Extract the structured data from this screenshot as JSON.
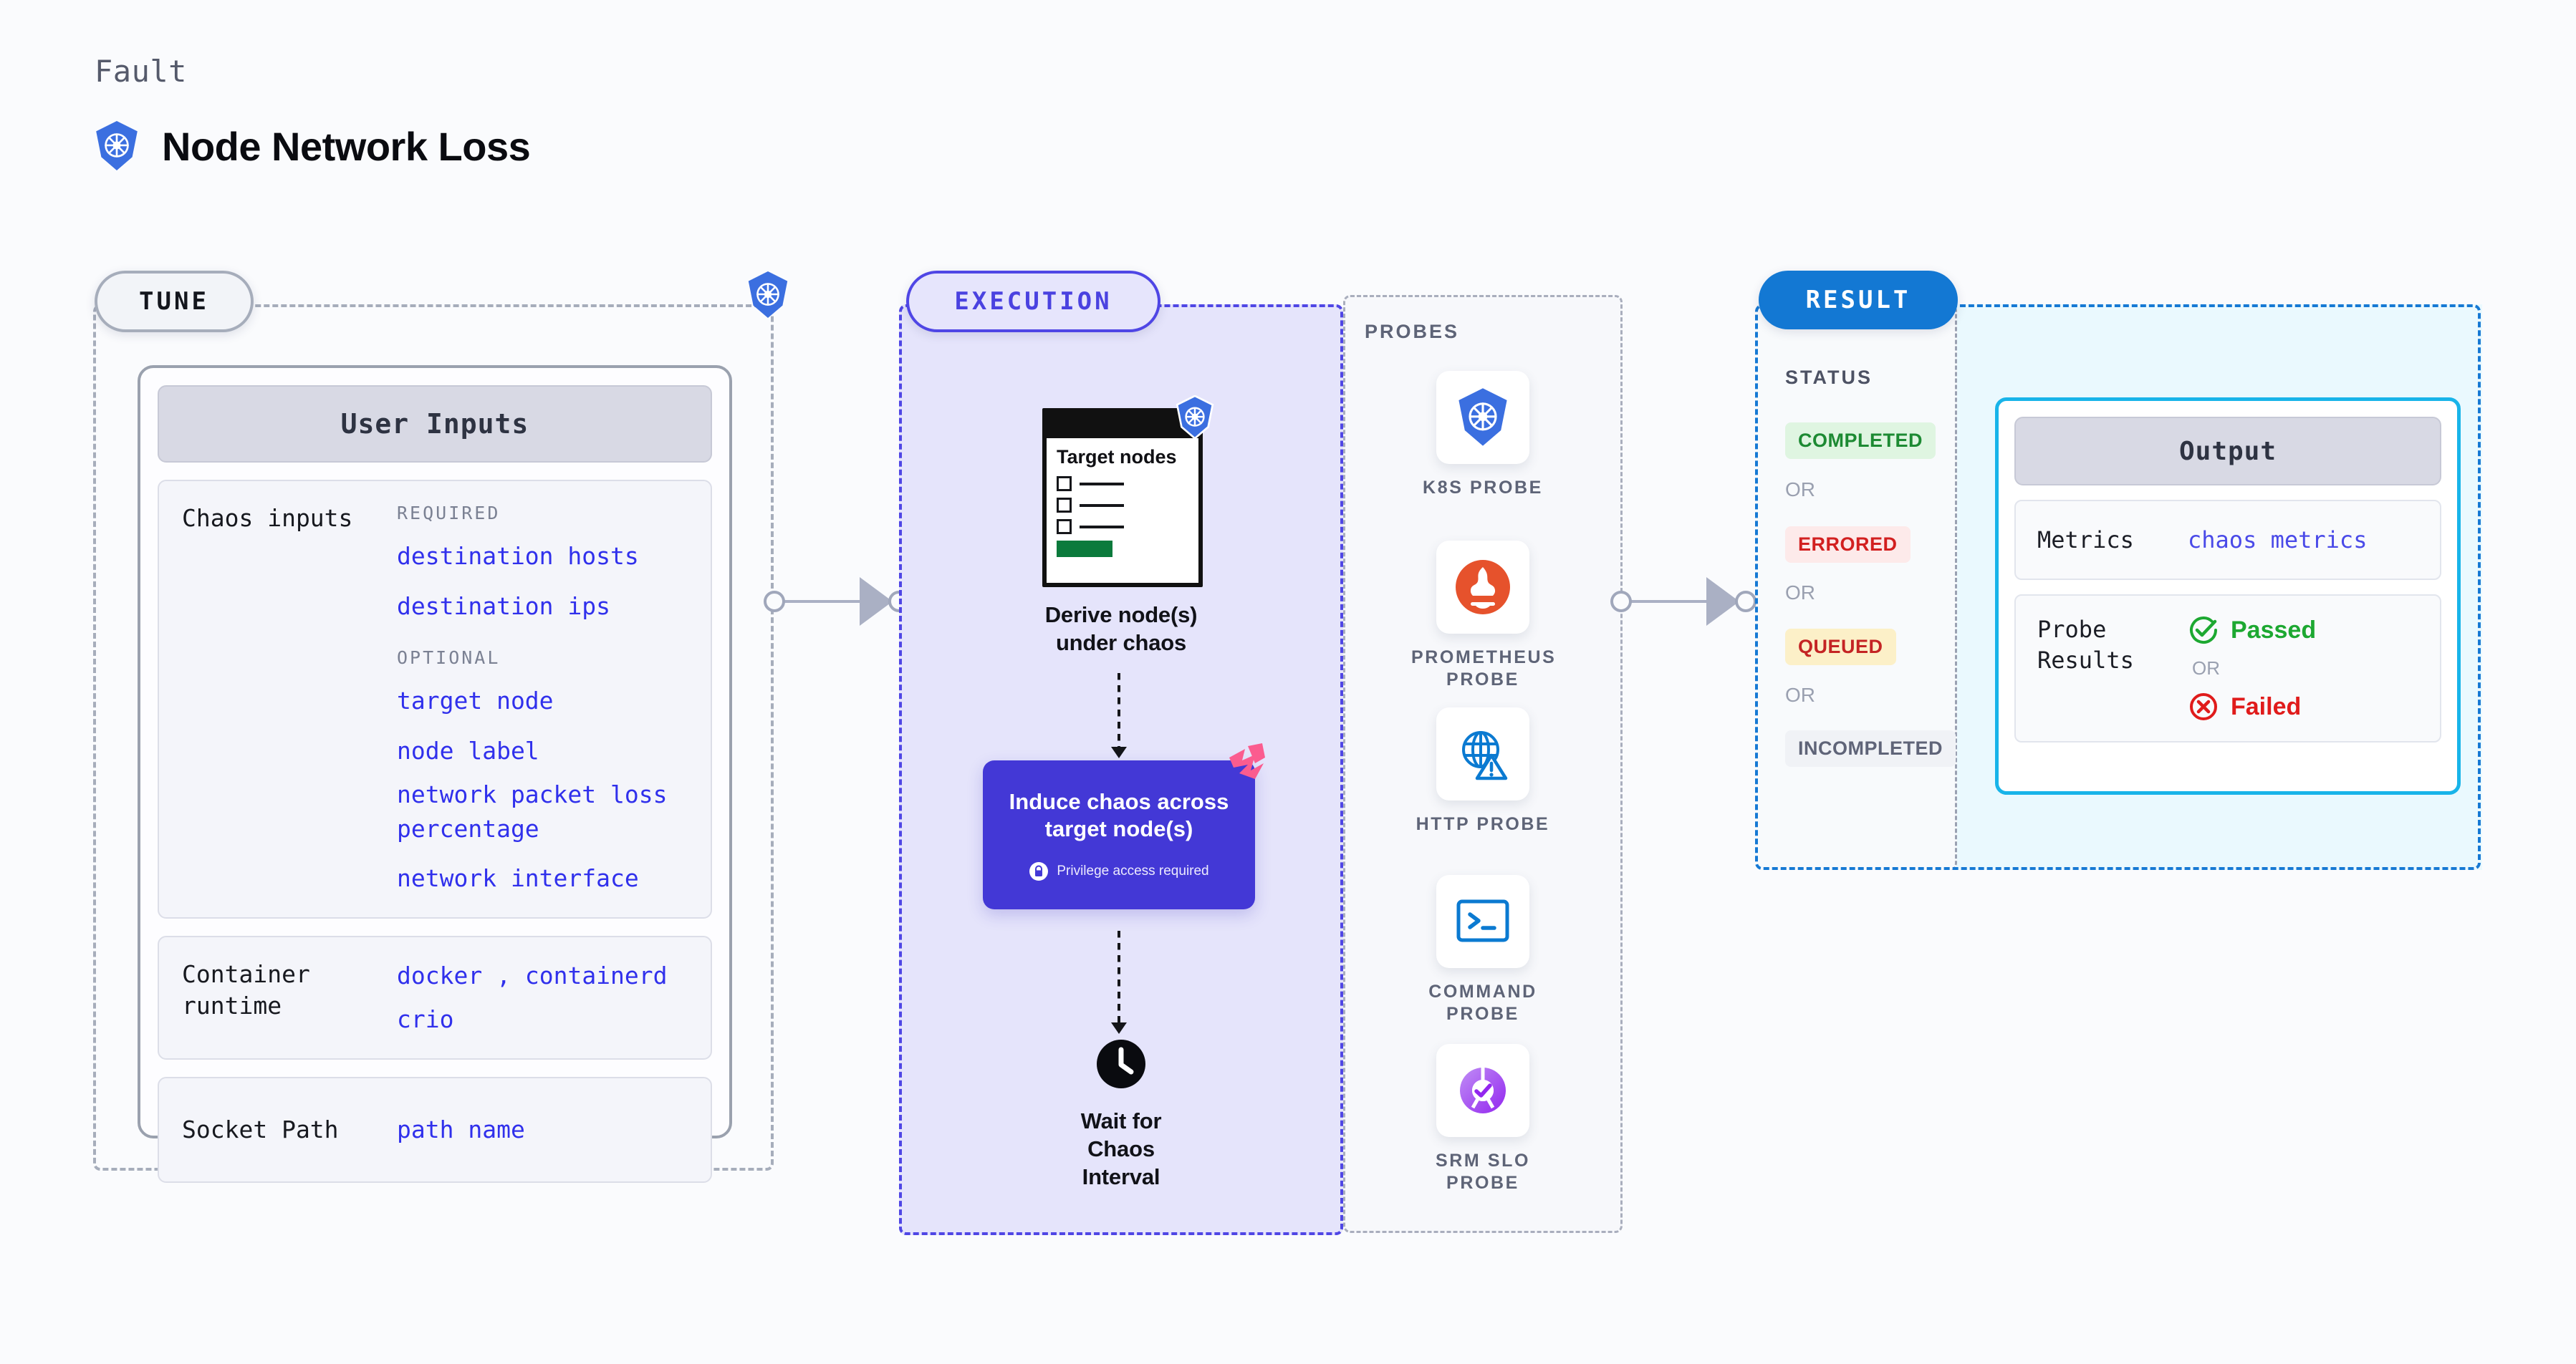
{
  "header": {
    "eyebrow": "Fault",
    "title": "Node Network Loss",
    "icon": "kubernetes-logo"
  },
  "tune": {
    "badge": "TUNE",
    "card_title": "User Inputs",
    "rows": [
      {
        "label": "Chaos inputs",
        "groups": [
          {
            "tag": "REQUIRED",
            "values": [
              "destination hosts",
              "destination ips"
            ]
          },
          {
            "tag": "OPTIONAL",
            "values": [
              "target node",
              "node label",
              "network packet loss percentage",
              "network interface"
            ]
          }
        ]
      },
      {
        "label": "Container runtime",
        "values": [
          "docker",
          ",",
          "containerd",
          "crio"
        ]
      },
      {
        "label": "Socket Path",
        "values": [
          "path name"
        ]
      }
    ]
  },
  "execution": {
    "badge": "EXECUTION",
    "nodes": [
      {
        "name": "derive-nodes",
        "card_title": "Target nodes",
        "caption": "Derive node(s) under chaos"
      },
      {
        "name": "induce-chaos",
        "title": "Induce chaos across target node(s)",
        "privilege": "Privilege access required"
      },
      {
        "name": "wait-interval",
        "caption": "Wait for Chaos Interval"
      }
    ]
  },
  "probes": {
    "title": "PROBES",
    "items": [
      {
        "label": "K8S PROBE",
        "icon": "kubernetes-icon"
      },
      {
        "label": "PROMETHEUS PROBE",
        "icon": "prometheus-icon"
      },
      {
        "label": "HTTP PROBE",
        "icon": "globe-warning-icon"
      },
      {
        "label": "COMMAND PROBE",
        "icon": "terminal-icon"
      },
      {
        "label": "SRM SLO PROBE",
        "icon": "slo-donut-icon"
      }
    ]
  },
  "result": {
    "badge": "RESULT",
    "status_title": "STATUS",
    "or": "OR",
    "statuses": [
      {
        "label": "COMPLETED",
        "bg": "#dff5e1",
        "fg": "#1d8a33"
      },
      {
        "label": "ERRORED",
        "bg": "#fdeaea",
        "fg": "#d22020"
      },
      {
        "label": "QUEUED",
        "bg": "#fcf0c8",
        "fg": "#c42424"
      },
      {
        "label": "INCOMPLETED",
        "bg": "#f0f2f6",
        "fg": "#5f6478"
      }
    ],
    "output": {
      "title": "Output",
      "metrics_label": "Metrics",
      "metrics_value": "chaos metrics",
      "probe_label": "Probe Results",
      "passed": "Passed",
      "failed": "Failed"
    }
  },
  "colors": {
    "accent_blue": "#3b6fe0",
    "execution_purple": "#4f46e5",
    "result_blue": "#1378d3",
    "output_cyan": "#18b4e9",
    "value_blue": "#3030ec",
    "pass_green": "#1da831",
    "fail_red": "#e01b1b"
  }
}
